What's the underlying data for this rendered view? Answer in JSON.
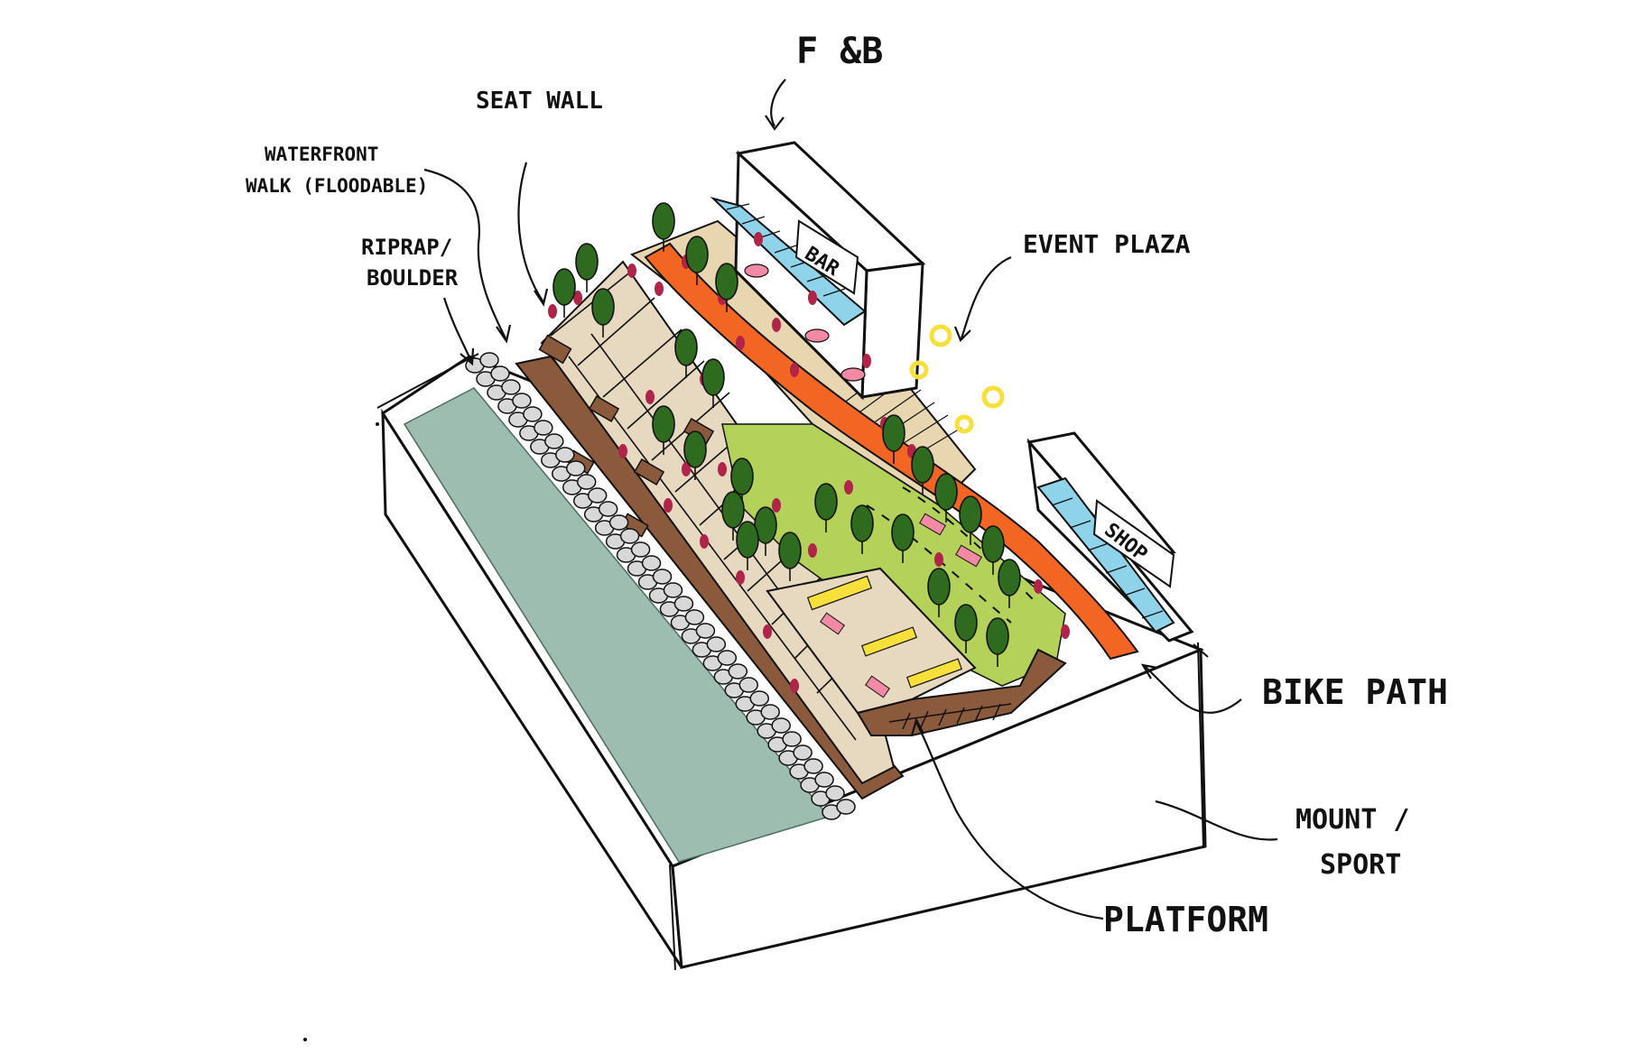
{
  "labels": {
    "fb": "F &B",
    "seat_wall": "SEAT WALL",
    "waterfront_line1": "WATERFRONT",
    "waterfront_line2": "WALK (FLOODABLE)",
    "riprap_line1": "RIPRAP/",
    "riprap_line2": "BOULDER",
    "event_plaza": "EVENT PLAZA",
    "bike_path": "BIKE PATH",
    "mount_line1": "MOUNT /",
    "mount_line2": "SPORT",
    "platform": "PLATFORM",
    "bar_sign": "BAR",
    "shop_sign": "SHOP"
  },
  "colors": {
    "water": "#9dbdb0",
    "lawn": "#b4d25a",
    "plaza": "#e7d6b0",
    "bike_path": "#f26522",
    "soil": "#8b5a3c",
    "tree": "#2f6b1e",
    "flower": "#b0244a",
    "glass": "#8fd3ea",
    "highlight": "#f7e03a",
    "pink": "#f28aa6",
    "ink": "#111111"
  }
}
